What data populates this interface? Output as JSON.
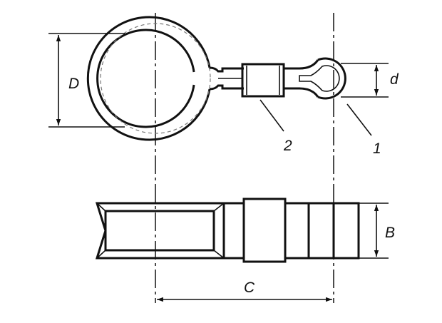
{
  "labels": {
    "ring_diameter": "D",
    "small_eye_diameter": "d",
    "width": "B",
    "center_distance": "C",
    "part_1": "1",
    "part_2": "2"
  },
  "colors": {
    "line": "#111111",
    "hidden": "#777777",
    "background": "#ffffff"
  }
}
